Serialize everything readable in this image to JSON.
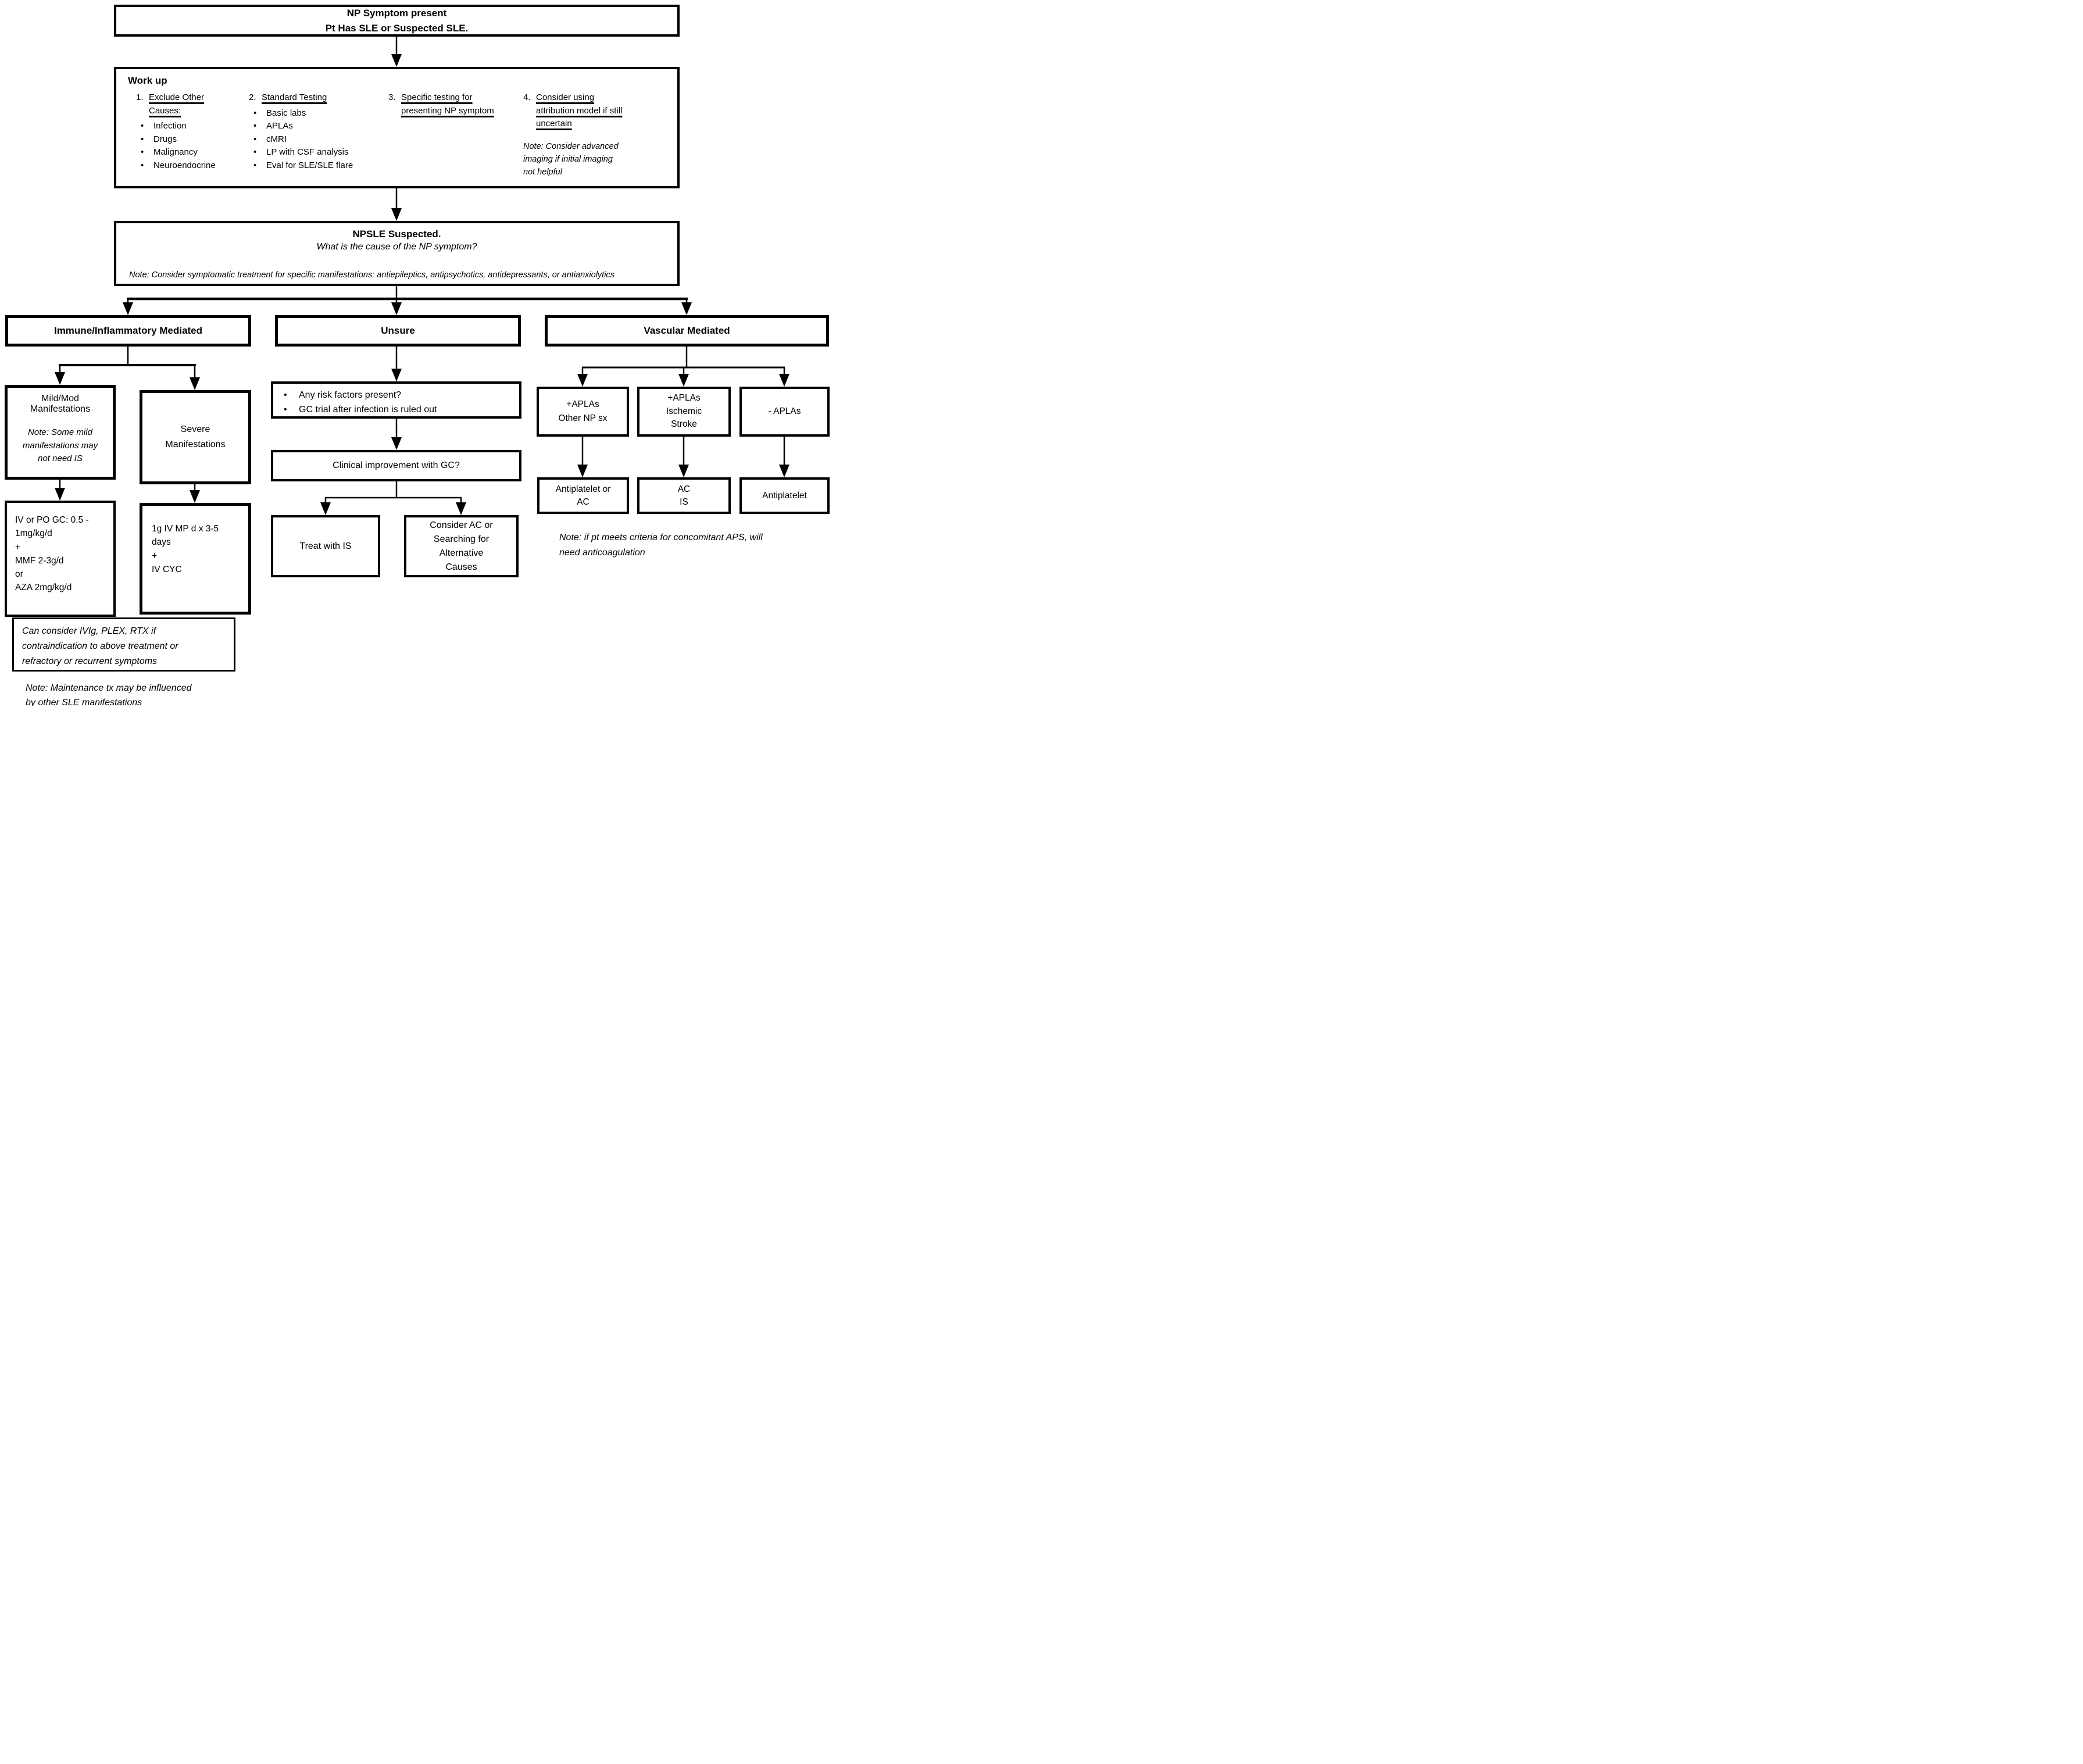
{
  "nodes": {
    "start": {
      "line1": "NP Symptom present",
      "line2": "Pt Has SLE or Suspected SLE."
    },
    "workup": {
      "title": "Work up",
      "col1": {
        "number": "1.",
        "heading": "Exclude Other\nCauses:",
        "bullets": [
          "Infection",
          "Drugs",
          "Malignancy",
          "Neuroendocrine"
        ]
      },
      "col2": {
        "number": "2.",
        "heading": "Standard Testing",
        "bullets": [
          "Basic labs",
          "APLAs",
          "cMRI",
          "LP with CSF analysis",
          "Eval for SLE/SLE flare"
        ]
      },
      "col3": {
        "number": "3.",
        "heading": "Specific testing for\npresenting NP symptom"
      },
      "col4": {
        "number": "4.",
        "heading": "Consider using\nattribution model if still\nuncertain",
        "note": "Note: Consider advanced\nimaging if initial imaging\nnot helpful"
      }
    },
    "npsle": {
      "title": "NPSLE Suspected.",
      "question": "What is the cause of the NP symptom?",
      "note": "Note: Consider symptomatic treatment for specific manifestations: antiepileptics, antipsychotics, antidepressants, or antianxiolytics"
    },
    "immune_header": "Immune/Inflammatory Mediated",
    "unsure_header": "Unsure",
    "vascular_header": "Vascular Mediated",
    "mild": {
      "title": "Mild/Mod\nManifestations",
      "note": "Note: Some mild\nmanifestations may\nnot need IS"
    },
    "severe": {
      "title": "Severe\nManifestations"
    },
    "gc": {
      "text": "IV or PO GC: 0.5 -\n1mg/kg/d\n+\nMMF 2-3g/d\nor\nAZA 2mg/kg/d"
    },
    "mp": {
      "text": "1g IV MP d x 3-5\ndays\n+\nIV CYC"
    },
    "ivig": {
      "text": "Can consider IVIg, PLEX, RTX if\ncontraindication to above treatment or\nrefractory or recurrent symptoms"
    },
    "maintenance_note": {
      "text": "Note: Maintenance tx may be influenced\nby other SLE manifestations"
    },
    "unsure_bullets": [
      "Any risk factors present?",
      "GC trial after infection is ruled out"
    ],
    "clinical": {
      "text": "Clinical improvement with GC?"
    },
    "treat_is": {
      "text": "Treat with IS"
    },
    "consider_ac": {
      "text": "Consider AC or\nSearching for\nAlternative\nCauses"
    },
    "vascular": {
      "aplas_other": "+APLAs\nOther NP sx",
      "aplas_stroke": "+APLAs\nIschemic\nStroke",
      "neg_aplas": "- APLAs",
      "antiplatelet_ac": "Antiplatelet or\nAC",
      "ac_is": "AC\nIS",
      "antiplatelet": "Antiplatelet",
      "note": "Note: if pt meets criteria for concomitant APS, will\nneed anticoagulation"
    }
  },
  "colors": {
    "line": "#000000",
    "background": "#ffffff"
  }
}
